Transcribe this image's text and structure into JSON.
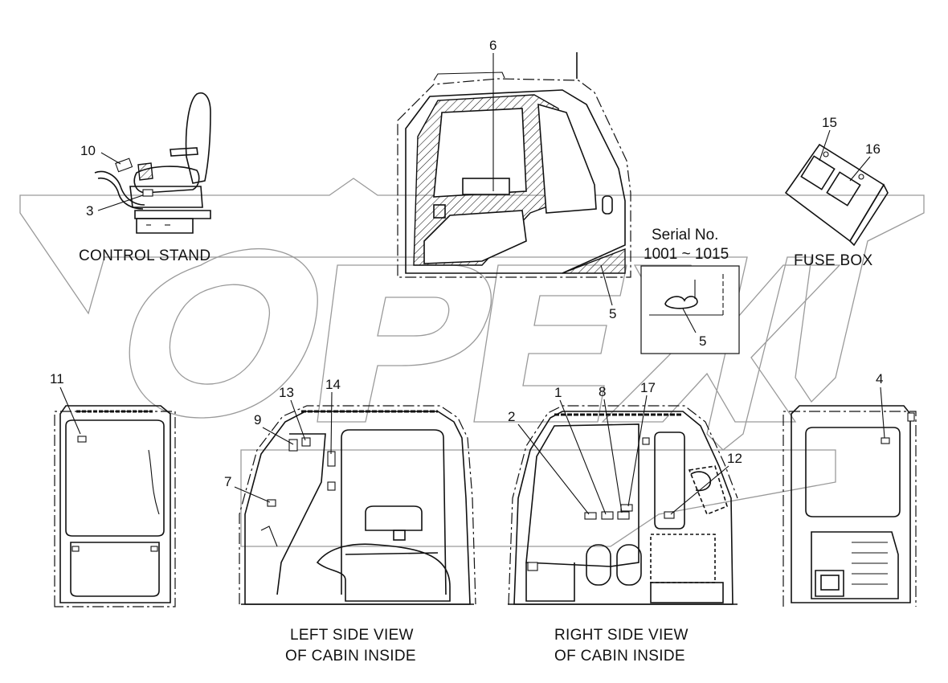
{
  "header": {
    "corner_mark": ""
  },
  "watermark": {
    "text": "OPEX"
  },
  "views": {
    "control_stand": {
      "caption": "CONTROL STAND"
    },
    "fuse_box": {
      "caption": "FUSE BOX"
    },
    "serial_note": {
      "line1": "Serial No.",
      "line2": "1001 ~ 1015"
    },
    "left_side": {
      "line1": "LEFT SIDE VIEW",
      "line2": "OF CABIN INSIDE"
    },
    "right_side": {
      "line1": "RIGHT SIDE VIEW",
      "line2": "OF CABIN INSIDE"
    }
  },
  "callouts": {
    "c1": "1",
    "c2": "2",
    "c3": "3",
    "c4": "4",
    "c5a": "5",
    "c5b": "5",
    "c6": "6",
    "c7": "7",
    "c8": "8",
    "c9": "9",
    "c10": "10",
    "c11": "11",
    "c12": "12",
    "c13": "13",
    "c14": "14",
    "c15": "15",
    "c16": "16",
    "c17": "17"
  }
}
